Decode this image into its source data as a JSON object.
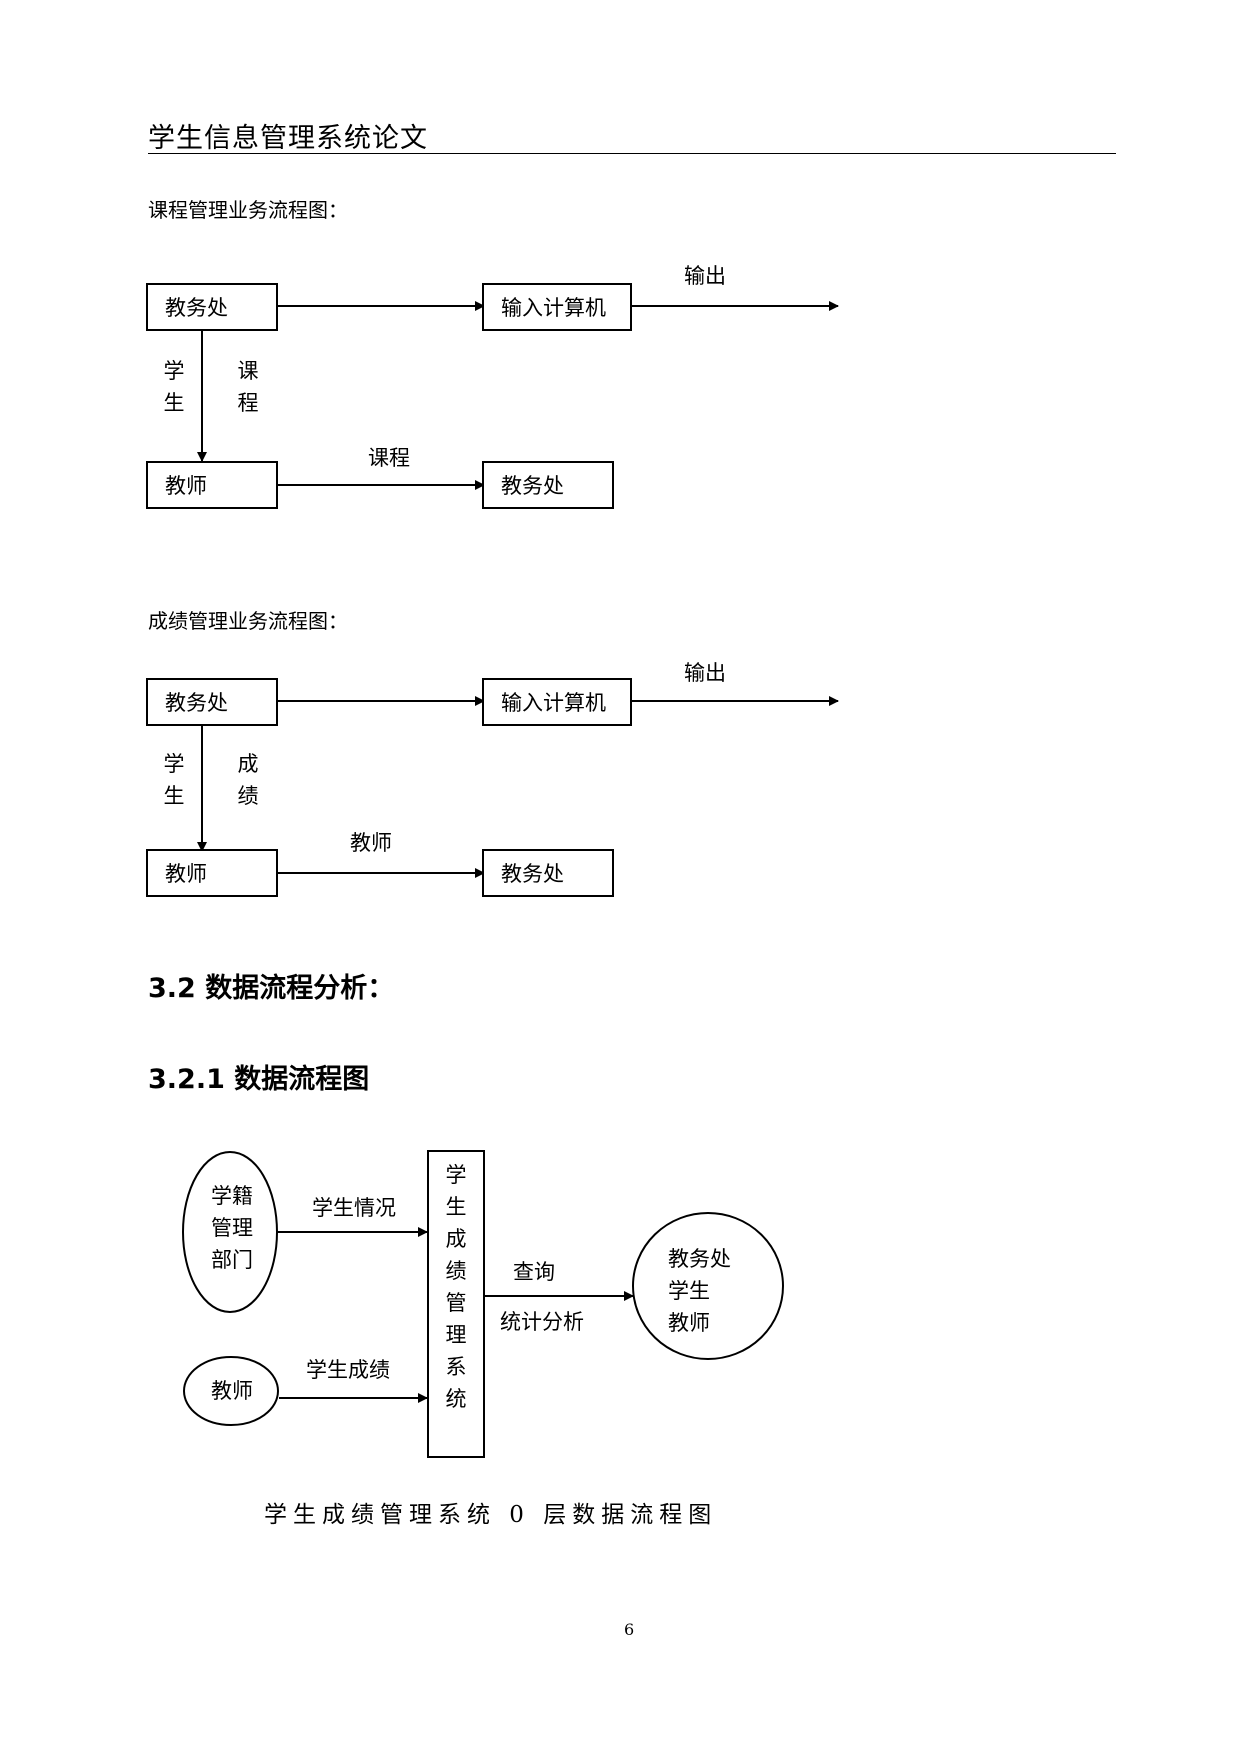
{
  "header": {
    "title": "学生信息管理系统论文"
  },
  "course_flow": {
    "caption": "课程管理业务流程图：",
    "box_office_top": "教务处",
    "box_input": "输入计算机",
    "output_label": "输出",
    "vertical_left": [
      "学",
      "生"
    ],
    "vertical_right": [
      "课",
      "程"
    ],
    "box_teacher": "教师",
    "arrow_label": "课程",
    "box_office_bottom": "教务处"
  },
  "grade_flow": {
    "caption": "成绩管理业务流程图：",
    "box_office_top": "教务处",
    "box_input": "输入计算机",
    "output_label": "输出",
    "vertical_left": [
      "学",
      "生"
    ],
    "vertical_right": [
      "成",
      "绩"
    ],
    "box_teacher": "教师",
    "arrow_label": "教师",
    "box_office_bottom": "教务处"
  },
  "section_heading": "3.2 数据流程分析：",
  "subsection_heading": "3.2.1 数据流程图",
  "dfd": {
    "ellipse_registry": [
      "学籍",
      "管理",
      "部门"
    ],
    "flow_student_info": "学生情况",
    "ellipse_teacher": "教师",
    "flow_grades": "学生成绩",
    "system_box": [
      "学",
      "生",
      "成",
      "绩",
      "管",
      "理",
      "系",
      "统"
    ],
    "flow_query": "查询",
    "flow_stats": "统计分析",
    "circle_users": [
      "教务处",
      "学生",
      "教师"
    ],
    "caption": "学生成绩管理系统 0 层数据流程图"
  },
  "page_number": "6"
}
